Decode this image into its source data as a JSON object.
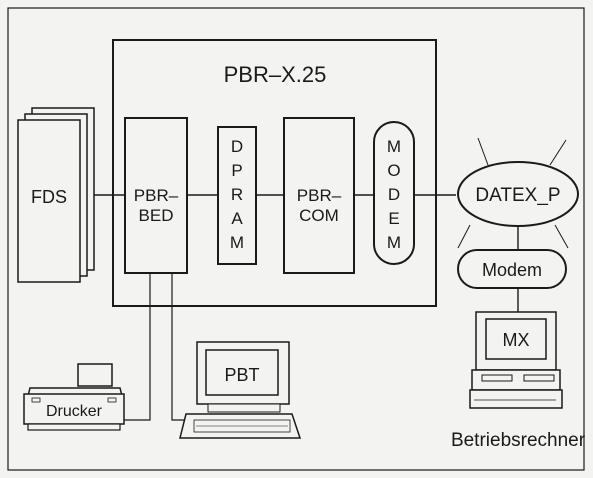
{
  "title": "PBR–X.25",
  "blocks": {
    "fds": "FDS",
    "pbr_bed": [
      "PBR–",
      "BED"
    ],
    "dpram": [
      "D",
      "P",
      "R",
      "A",
      "M"
    ],
    "pbr_com": [
      "PBR–",
      "COM"
    ],
    "modem_vertical": [
      "M",
      "O",
      "D",
      "E",
      "M"
    ],
    "datex": "DATEX_P",
    "modem": "Modem",
    "mx": "MX",
    "pbt": "PBT",
    "drucker": "Drucker",
    "betriebsrechner": "Betriebsrechner"
  },
  "colors": {
    "line": "#1a1a1a",
    "paper": "#f3f3f1"
  }
}
